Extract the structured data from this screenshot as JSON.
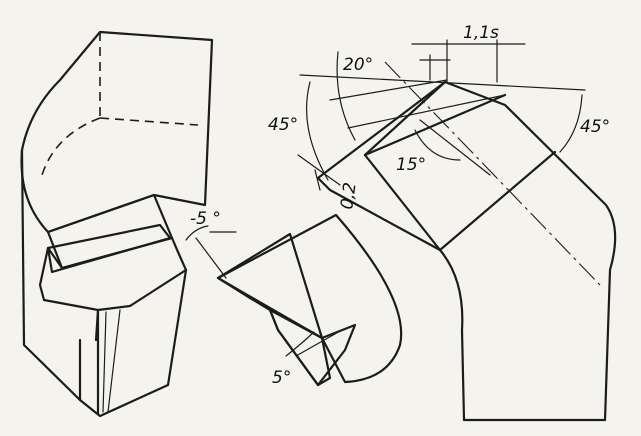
{
  "diagram": {
    "labels": {
      "angle_minus5": "-5 °",
      "angle_5": "5°",
      "angle_20": "20°",
      "angle_45_left": "45°",
      "angle_45_right": "45°",
      "angle_15": "15°",
      "dim_02": "0,2",
      "dim_11s": "1,1s"
    }
  }
}
